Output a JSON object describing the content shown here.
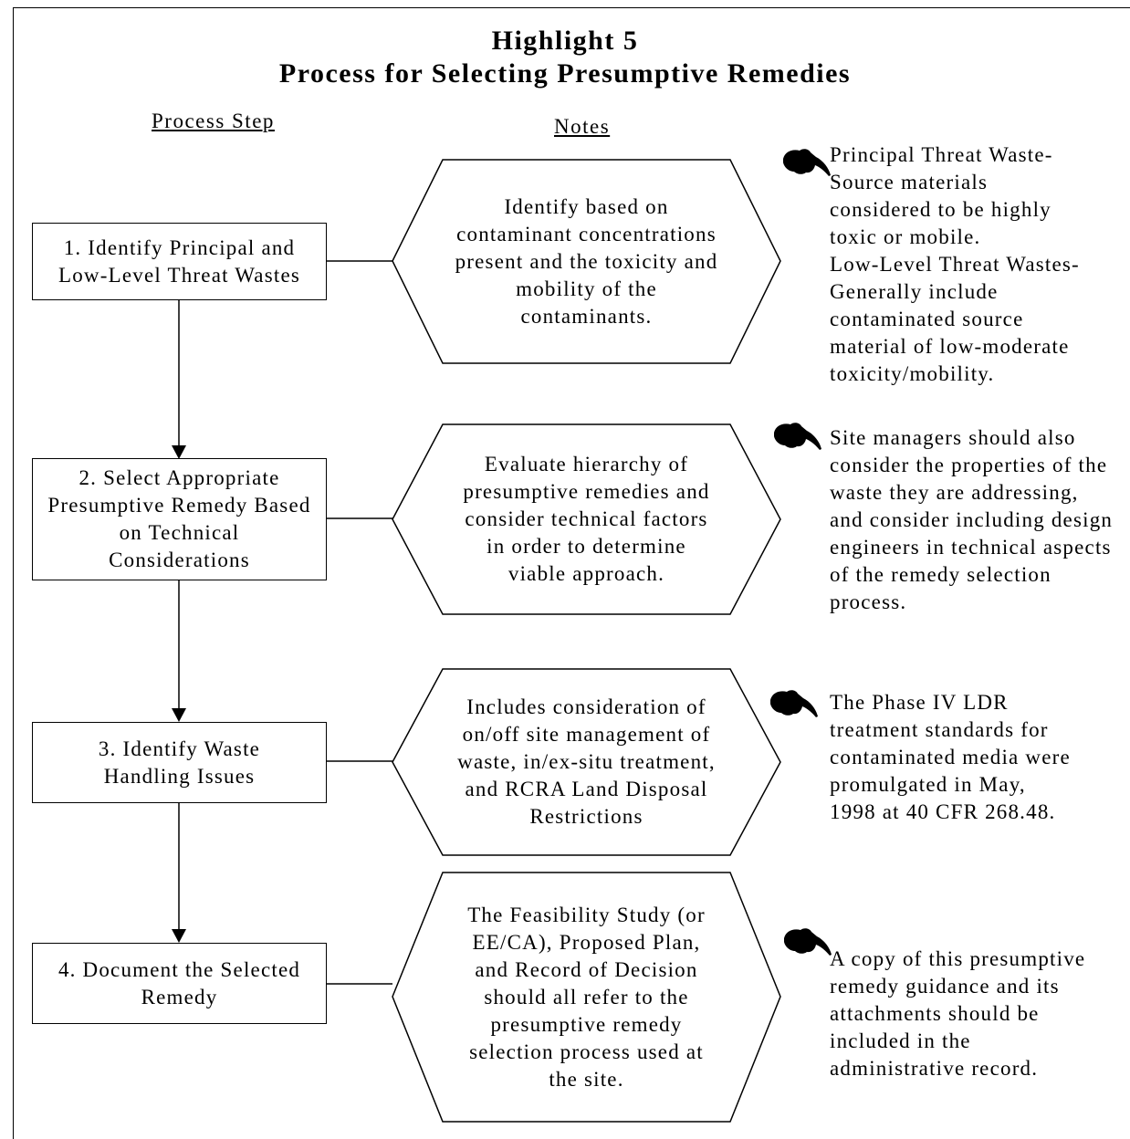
{
  "header": {
    "line1": "Highlight 5",
    "line2": "Process for Selecting Presumptive Remedies"
  },
  "columns": {
    "process_step": "Process Step",
    "notes": "Notes"
  },
  "steps": [
    {
      "box": "1.  Identify Principal and\nLow-Level Threat Wastes",
      "note": "Identify based on\ncontaminant concentrations\npresent and the toxicity and\nmobility of the\ncontaminants.",
      "side": "Principal Threat Waste-\nSource materials\nconsidered to be highly\ntoxic or mobile.\nLow-Level Threat Wastes-\nGenerally include\ncontaminated source\nmaterial of low-moderate\ntoxicity/mobility."
    },
    {
      "box": "2.  Select Appropriate\nPresumptive Remedy Based\non Technical\nConsiderations",
      "note": "Evaluate hierarchy of\npresumptive remedies and\nconsider technical factors\nin order to determine\nviable approach.",
      "side": "Site managers should also\nconsider the properties of the\nwaste they are addressing,\nand consider including design\nengineers in technical aspects\nof the remedy selection\nprocess."
    },
    {
      "box": "3.  Identify Waste\nHandling Issues",
      "note": "Includes consideration of\non/off site management of\nwaste, in/ex-situ treatment,\nand RCRA Land Disposal\nRestrictions",
      "side": "The Phase IV LDR\ntreatment standards for\ncontaminated media were\npromulgated in May,\n1998 at 40 CFR 268.48."
    },
    {
      "box": "4.  Document the Selected\nRemedy",
      "note": "The Feasibility Study (or\nEE/CA), Proposed Plan,\nand Record of Decision\nshould all refer to the\npresumptive remedy\nselection process used at\nthe site.",
      "side": "A copy of this presumptive\nremedy guidance and its\nattachments should be\nincluded in the\nadministrative record."
    }
  ]
}
